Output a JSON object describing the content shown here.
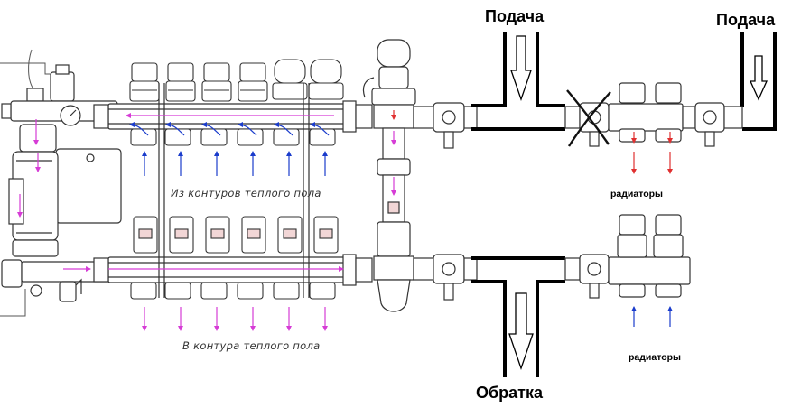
{
  "labels": {
    "supply_main": "Подача",
    "supply_right": "Подача",
    "return_main": "Обратка",
    "from_loops": "Из контуров теплого пола",
    "to_loops": "В контура теплого пола",
    "radiators_top": "радиаторы",
    "radiators_bottom": "радиаторы"
  },
  "colors": {
    "line": "#333333",
    "thick_pipe": "#000000",
    "flow_magenta": "#d63cd6",
    "flow_blue": "#1a3ccc",
    "flow_red": "#e03030",
    "cross_mark": "#111111"
  }
}
